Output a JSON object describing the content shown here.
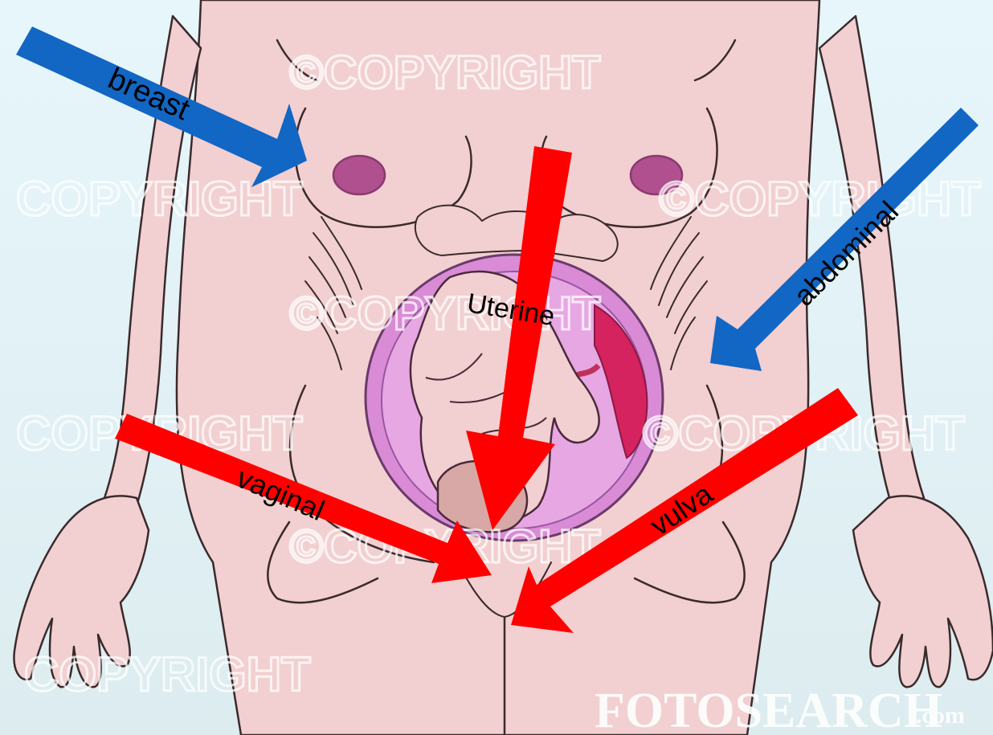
{
  "labels": {
    "breast": "breast",
    "abdominal": "abdominal",
    "uterine": "Uterine",
    "vaginal": "vaginal",
    "vulva": "vulva"
  },
  "watermarks": {
    "text_copyright_at": "©COPYRIGHT",
    "text_copyright": "COPYRIGHT",
    "brand": "FOTOSEARCH",
    "brand_suffix": ".com"
  },
  "colors": {
    "skin": "#f2cfd0",
    "skin_outline": "#3a2a2c",
    "uterus": "#d98bd6",
    "uterus_dark": "#b54fb0",
    "placenta": "#d4235e",
    "nipple": "#b0508e",
    "arrow_blue": "#1266c4",
    "arrow_red": "#ff0000"
  }
}
